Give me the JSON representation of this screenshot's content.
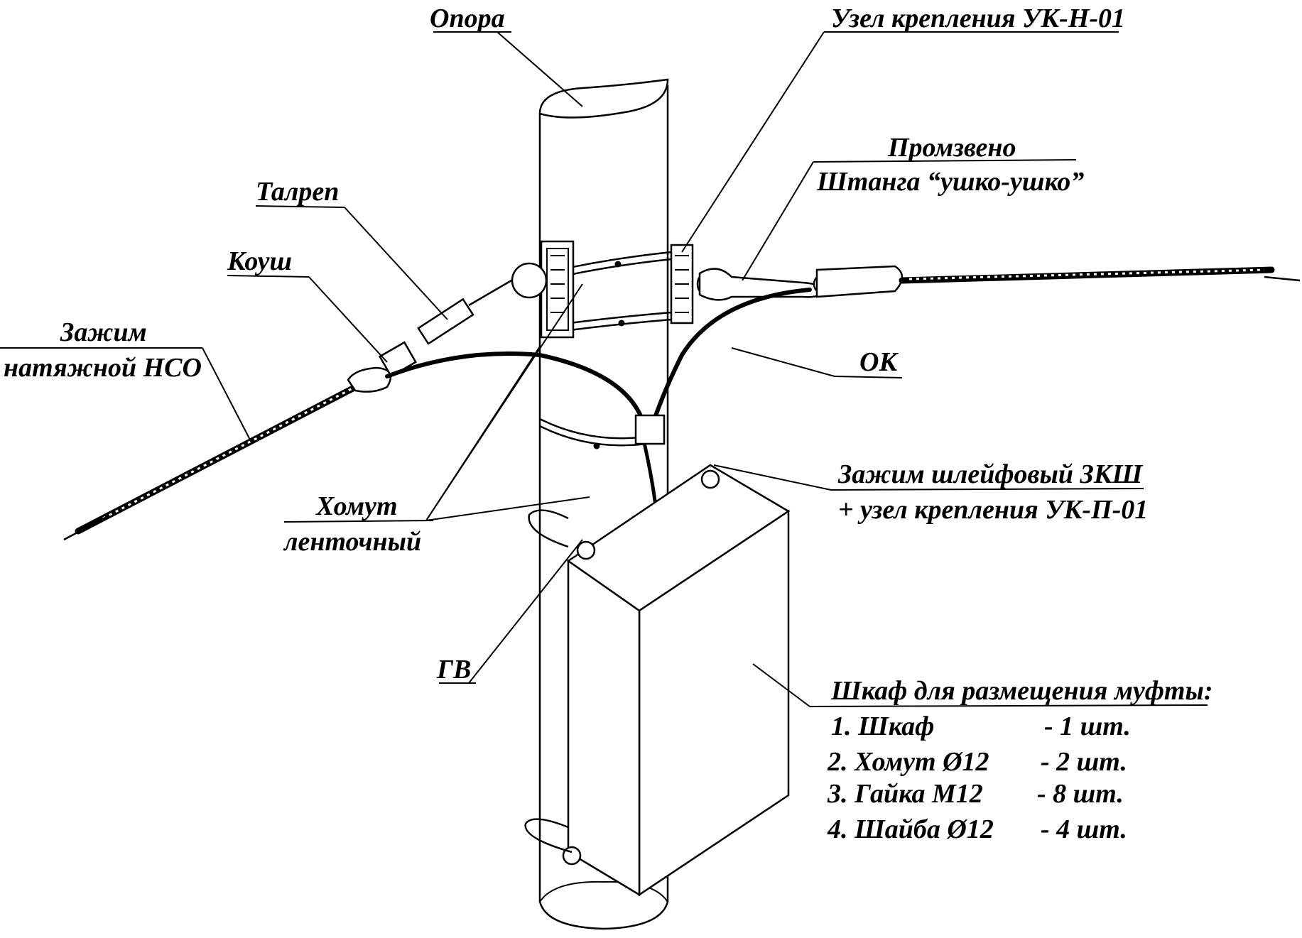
{
  "labels": {
    "opora": "Опора",
    "uzel_uk_n": "Узел крепления УК-Н-01",
    "promzveno": "Промзвено",
    "shtanga": "Штанга “ушко-ушко”",
    "talrep": "Талреп",
    "koush": "Коуш",
    "zazhim_nso_1": "Зажим",
    "zazhim_nso_2": "натяжной НСО",
    "ok": "ОК",
    "zksh": "Зажим шлейфовый ЗКШ",
    "uk_p": "+ узел крепления УК-П-01",
    "homut_1": "Хомут",
    "homut_2": "ленточный",
    "gv": "ГВ"
  },
  "cabinet_spec": {
    "title": "Шкаф для размещения муфты:",
    "items": [
      {
        "name": "1. Шкаф",
        "qty": "- 1 шт."
      },
      {
        "name": "2. Хомут Ø12",
        "qty": "- 2 шт."
      },
      {
        "name": "3. Гайка М12",
        "qty": "- 8 шт."
      },
      {
        "name": "4. Шайба Ø12",
        "qty": "- 4 шт."
      }
    ]
  }
}
